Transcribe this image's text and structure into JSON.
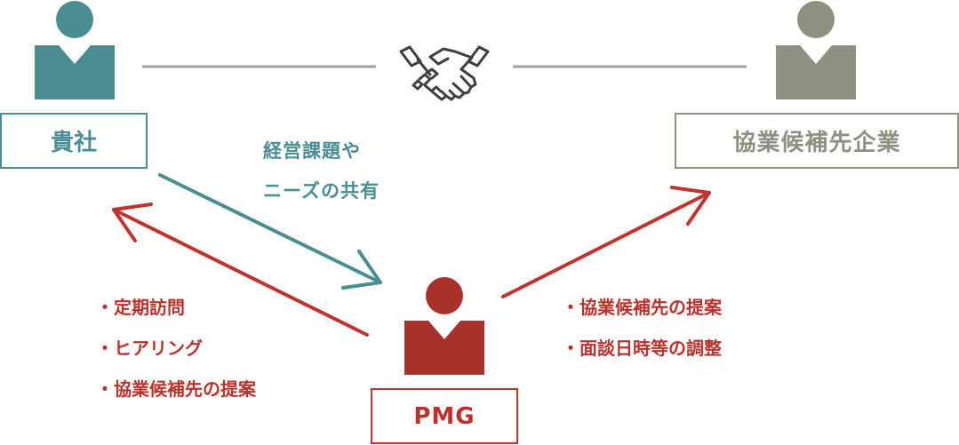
{
  "colors": {
    "client": "#4a8d93",
    "partner": "#8f8f82",
    "pmg": "#b8332d",
    "line": "#a2a499"
  },
  "nodes": {
    "client": {
      "label": "貴社",
      "icon": "person-icon"
    },
    "partner": {
      "label": "協業候補先企業",
      "icon": "person-icon"
    },
    "pmg": {
      "label": "PMG",
      "icon": "person-icon"
    }
  },
  "handshake": {
    "icon": "handshake-icon"
  },
  "share": {
    "line1": "経営課題や",
    "line2": "ニーズの共有"
  },
  "pmg_to_client": [
    "定期訪問",
    "ヒアリング",
    "協業候補先の提案"
  ],
  "pmg_to_partner": [
    "協業候補先の提案",
    "面談日時等の調整"
  ]
}
